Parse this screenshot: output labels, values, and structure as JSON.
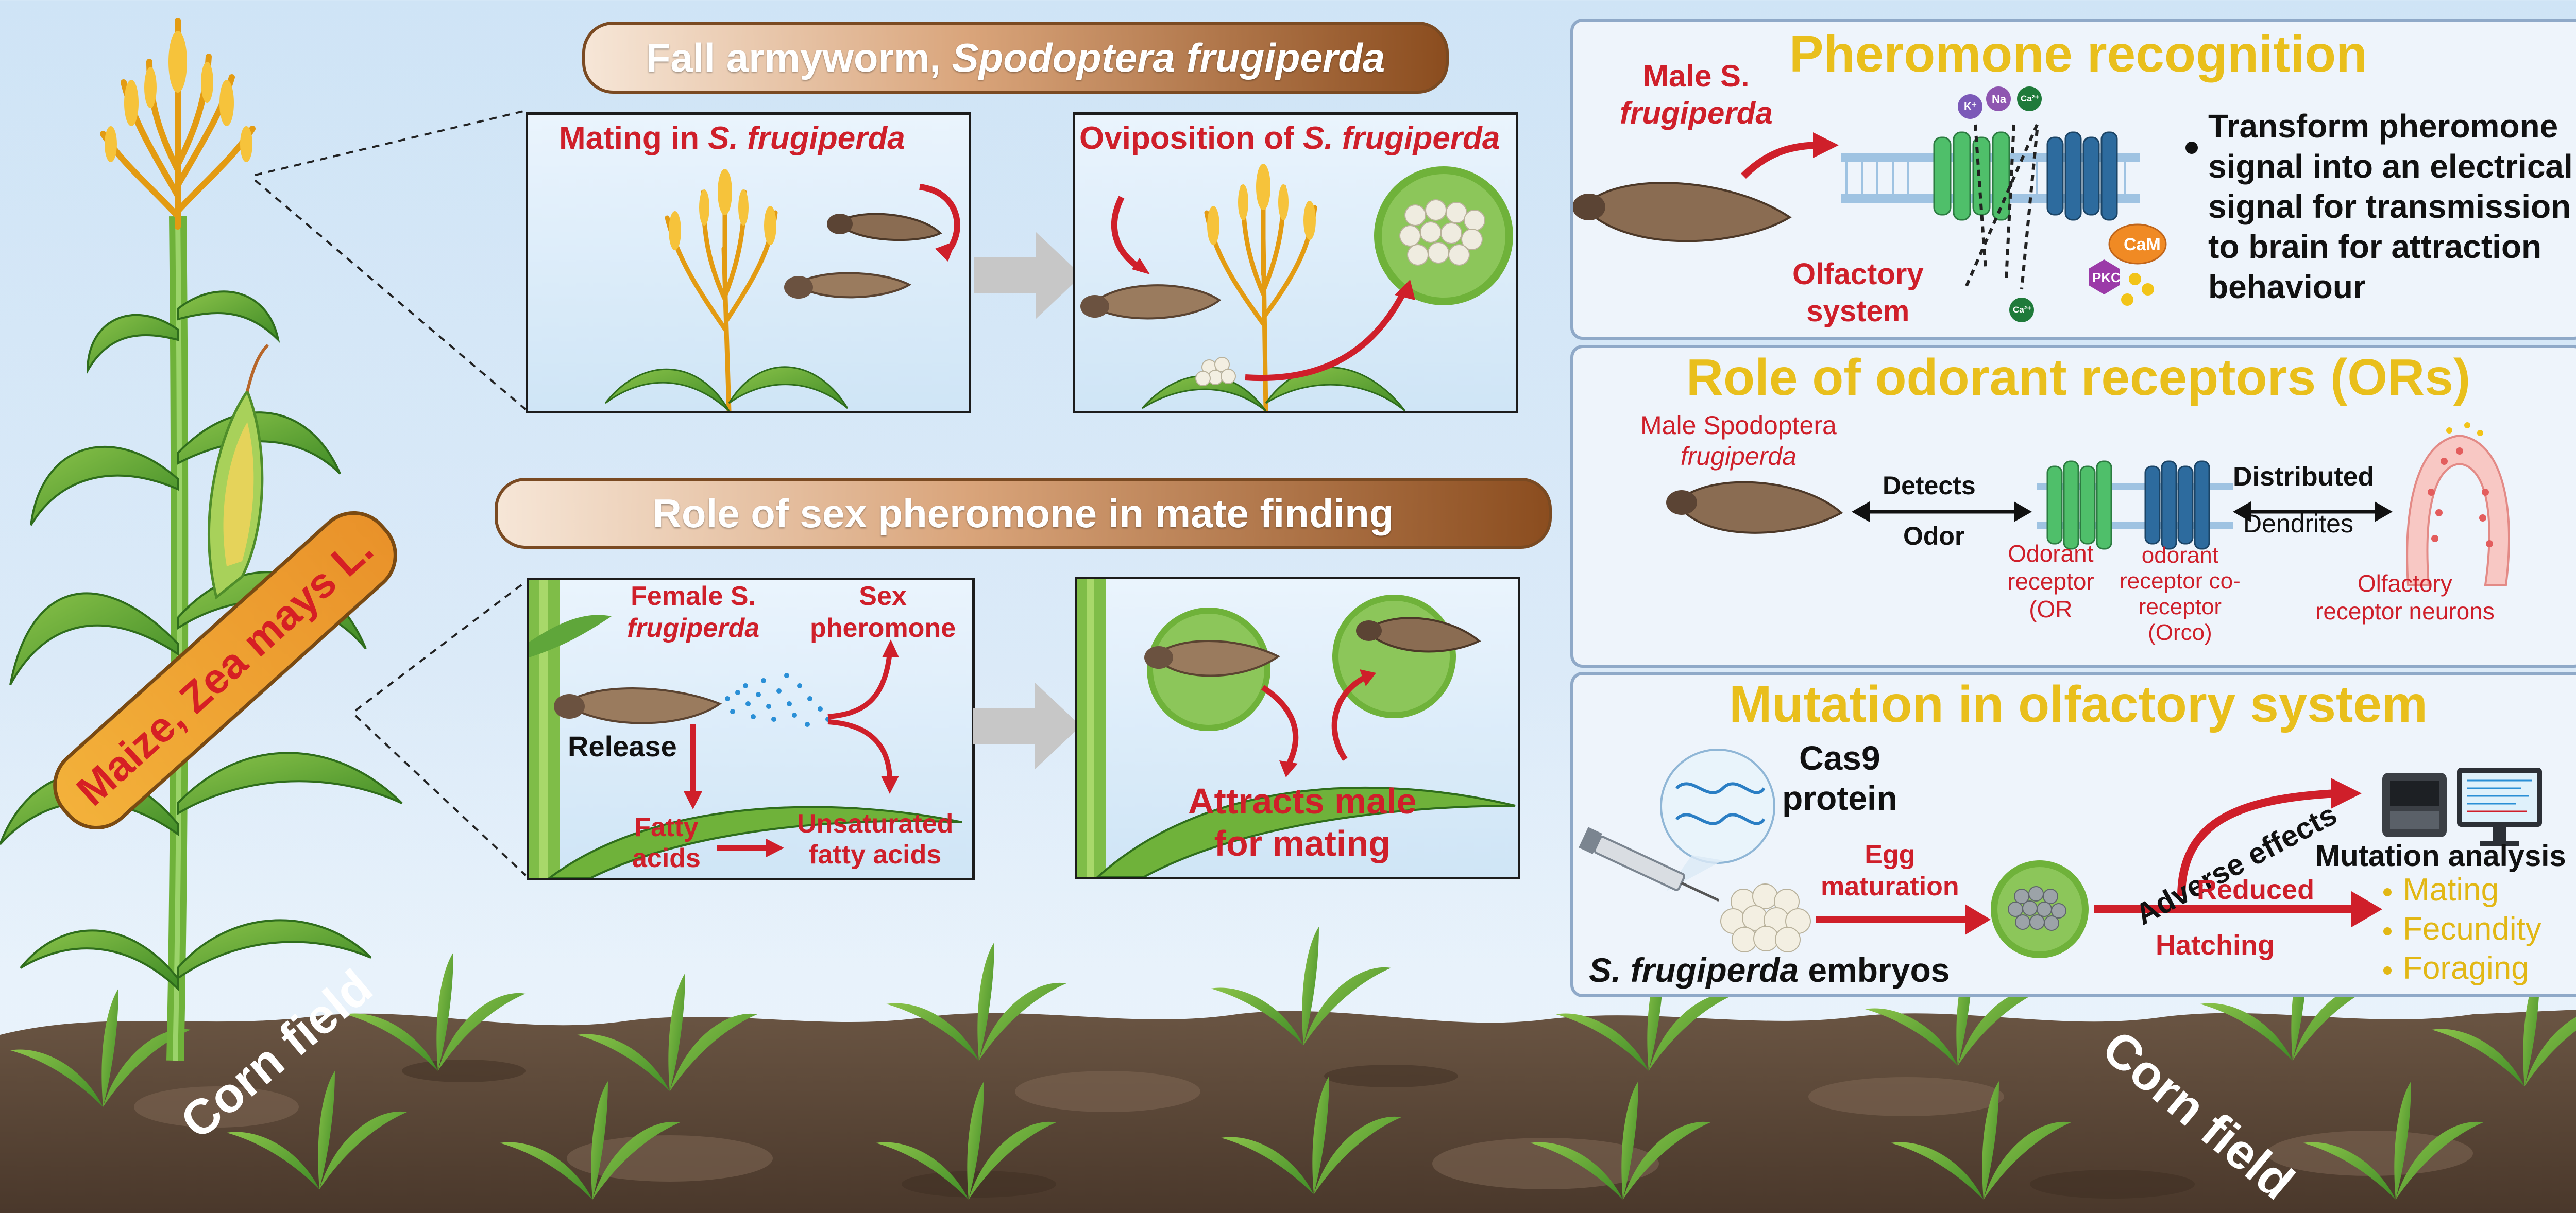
{
  "plant": {
    "label": "Maize, Zea mays L."
  },
  "field": {
    "label_left": "Corn field",
    "label_right": "Corn field"
  },
  "top_section": {
    "title_prefix": "Fall armyworm, ",
    "title_species": "Spodoptera frugiperda",
    "mating_prefix": "Mating in ",
    "mating_species": "S. frugiperda",
    "oviposition_prefix": "Oviposition of ",
    "oviposition_species": "S. frugiperda"
  },
  "middle_section": {
    "title": "Role of sex pheromone in mate finding",
    "female_line1": "Female S.",
    "female_line2": "frugiperda",
    "sex_pheromone_line1": "Sex",
    "sex_pheromone_line2": "pheromone",
    "release": "Release",
    "fatty_line1": "Fatty",
    "fatty_line2": "acids",
    "unsat_line1": "Unsaturated",
    "unsat_line2": "fatty acids",
    "attracts_line1": "Attracts male",
    "attracts_line2": "for mating"
  },
  "panel_recognition": {
    "title": "Pheromone recognition",
    "male_line1": "Male S.",
    "male_line2": "frugiperda",
    "olfactory_line1": "Olfactory",
    "olfactory_line2": "system",
    "ions": [
      "K⁺",
      "Na",
      "Ca²⁺",
      "Ca²⁺"
    ],
    "cam": "CaM",
    "pkc": "PKC",
    "bullet": [
      "Transform pheromone",
      "signal into an electrical",
      "signal for transmission",
      "to brain for attraction",
      "behaviour"
    ]
  },
  "panel_receptors": {
    "title": "Role of odorant receptors (ORs)",
    "male_line1": "Male Spodoptera",
    "male_line2": "frugiperda",
    "detects": "Detects",
    "odor": "Odor",
    "or_line1": "Odorant",
    "or_line2": "receptor",
    "or_line3": "(OR",
    "orco_line1": "odorant",
    "orco_line2": "receptor co-",
    "orco_line3": "receptor",
    "orco_line4": "(Orco)",
    "distributed": "Distributed",
    "dendrites": "Dendrites",
    "neurons_line1": "Olfactory",
    "neurons_line2": "receptor neurons"
  },
  "panel_mutation": {
    "title": "Mutation in olfactory system",
    "cas9_line1": "Cas9",
    "cas9_line2": "protein",
    "egg_line1": "Egg",
    "egg_line2": "maturation",
    "embryos_species": "S. frugiperda",
    "embryos_suffix": " embryos",
    "adverse": "Adverse effects",
    "reduced": "Reduced",
    "hatching": "Hatching",
    "analysis": "Mutation analysis",
    "effects": [
      "Mating",
      "Fecundity",
      "Foraging"
    ]
  },
  "colors": {
    "title_yellow": "#e9bf1c",
    "red_text": "#cf1f2a",
    "panel_border": "#8fa9c8",
    "plant_green": "#4f9a2e",
    "soil_brown": "#5b4636",
    "tassel_orange": "#f0a91c"
  }
}
